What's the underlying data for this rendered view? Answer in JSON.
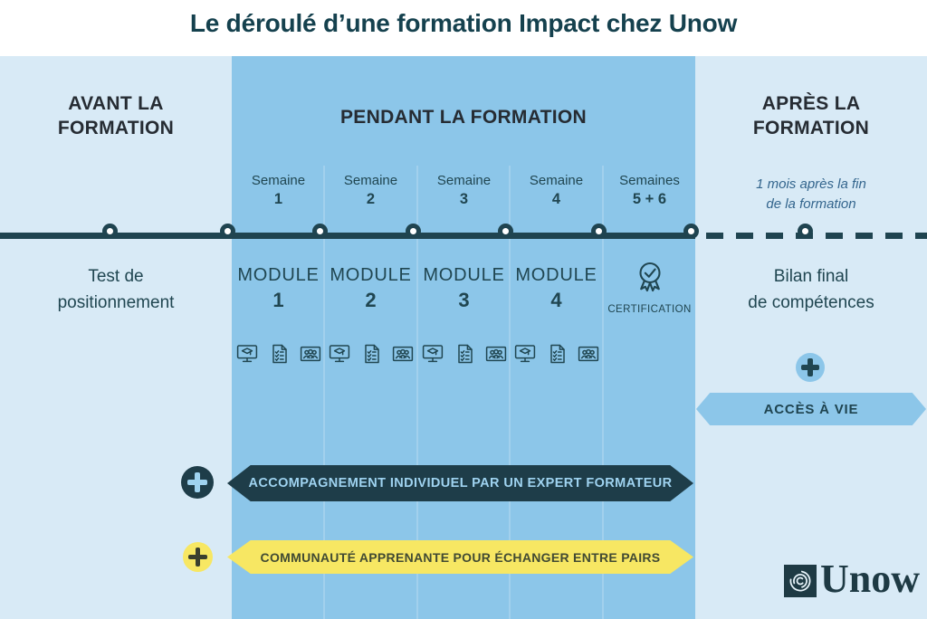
{
  "title": "Le déroulé d’une formation Impact chez Unow",
  "colors": {
    "dark_teal": "#1f4450",
    "mid_blue": "#8cc6e9",
    "light_blue": "#d8eaf6",
    "yellow": "#f7e763",
    "text_on_dark": "#9fd3f0",
    "note_blue": "#33658d"
  },
  "sections": {
    "before": {
      "header": "AVANT LA\nFORMATION",
      "item": "Test de\npositionnement"
    },
    "during": {
      "header": "PENDANT LA FORMATION",
      "weeks": [
        {
          "label": "Semaine",
          "num": "1"
        },
        {
          "label": "Semaine",
          "num": "2"
        },
        {
          "label": "Semaine",
          "num": "3"
        },
        {
          "label": "Semaine",
          "num": "4"
        },
        {
          "label": "Semaines",
          "num": "5 + 6"
        }
      ],
      "modules": [
        {
          "label": "MODULE",
          "num": "1",
          "icons": [
            "elearning-screen",
            "quiz-sheet",
            "group-session"
          ]
        },
        {
          "label": "MODULE",
          "num": "2",
          "icons": [
            "elearning-screen",
            "quiz-sheet",
            "group-session"
          ]
        },
        {
          "label": "MODULE",
          "num": "3",
          "icons": [
            "elearning-screen",
            "quiz-sheet",
            "group-session"
          ]
        },
        {
          "label": "MODULE",
          "num": "4",
          "icons": [
            "elearning-screen",
            "quiz-sheet",
            "group-session"
          ]
        }
      ],
      "certification_label": "CERTIFICATION"
    },
    "after": {
      "header": "APRÈS LA\nFORMATION",
      "note": "1 mois après la fin\nde la formation",
      "item": "Bilan final\nde compétences",
      "access_label": "ACCÈS À VIE"
    }
  },
  "banners": {
    "expert": "ACCOMPAGNEMENT INDIVIDUEL PAR UN EXPERT FORMATEUR",
    "community": "COMMUNAUTÉ APPRENANTE POUR ÉCHANGER ENTRE PAIRS"
  },
  "logo": {
    "text": "Unow"
  }
}
